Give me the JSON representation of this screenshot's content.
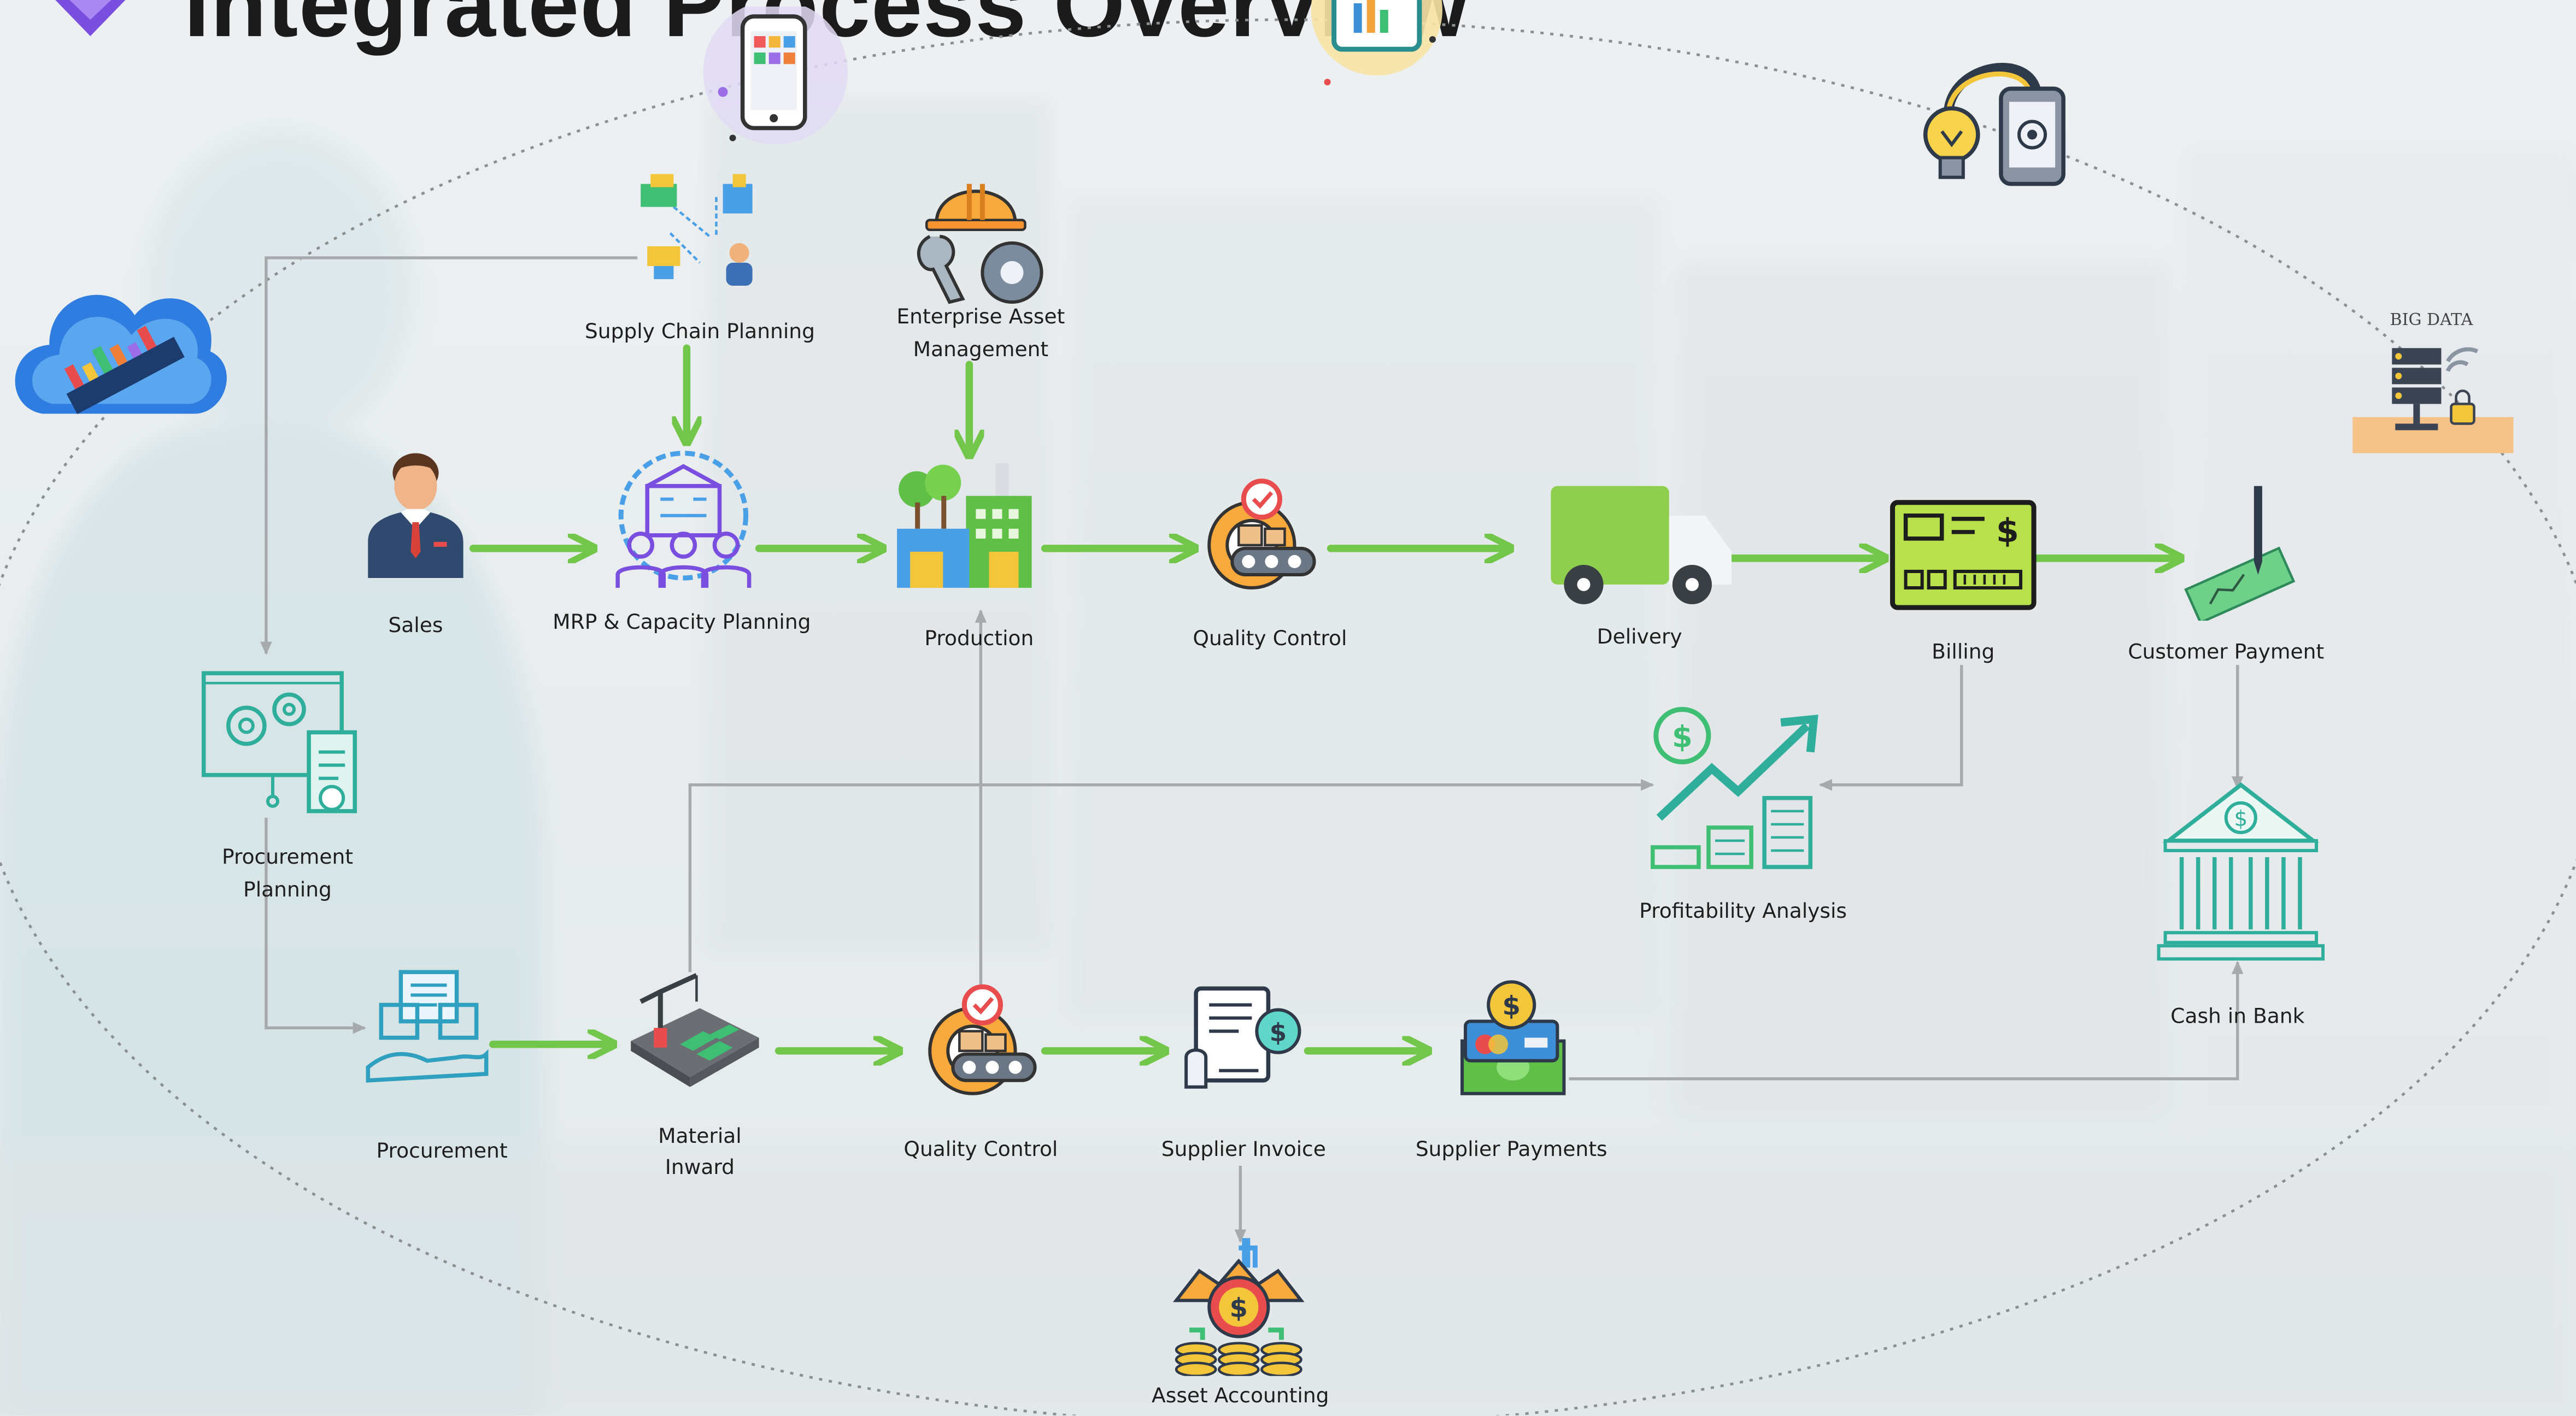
{
  "title": "Integrated Process Overview",
  "big_data_label": "BIG DATA",
  "nodes": {
    "sales": "Sales",
    "supply_chain_planning": "Supply Chain Planning",
    "enterprise_asset_line1": "Enterprise Asset",
    "enterprise_asset_line2": "Management",
    "mrp_capacity_planning": "MRP & Capacity Planning",
    "production": "Production",
    "quality_control_top": "Quality Control",
    "delivery": "Delivery",
    "billing": "Billing",
    "customer_payment": "Customer Payment",
    "procurement_planning_line1": "Procurement",
    "procurement_planning_line2": "Planning",
    "profitability_analysis": "Profitability Analysis",
    "cash_in_bank": "Cash in Bank",
    "procurement": "Procurement",
    "material_inward_line1": "Material",
    "material_inward_line2": "Inward",
    "quality_control_bottom": "Quality Control",
    "supplier_invoice": "Supplier Invoice",
    "supplier_payments": "Supplier Payments",
    "asset_accounting": "Asset Accounting"
  },
  "colors": {
    "flow_arrow": "#72c64a",
    "connector": "#a7aaac",
    "ellipse": "#8a8f91",
    "accent_purple": "#7a4fe0",
    "accent_teal": "#2fae9c"
  }
}
